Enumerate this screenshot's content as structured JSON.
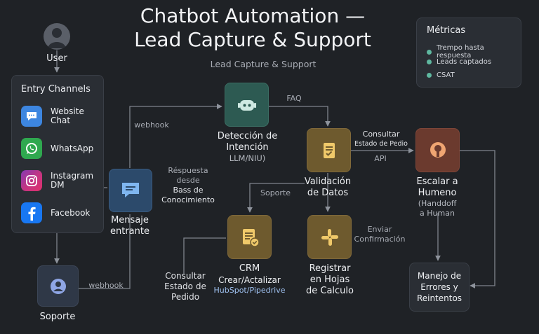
{
  "title_line1": "Chatbot Automation —",
  "title_line2": "Lead Capture & Support",
  "subtitle": "Lead Capture & Support",
  "metrics": {
    "heading": "Métricas",
    "items": [
      "Trempo hasta respuesta",
      "Leads captados",
      "CSAT"
    ],
    "dot_color": "#5fb8a0"
  },
  "user_label": "User",
  "entry_channels": {
    "heading": "Entry Channels",
    "channels": [
      {
        "line1": "Website",
        "line2": "Chat",
        "icon": "chat-bubble-icon",
        "color": "#3d86e0"
      },
      {
        "line1": "WhatsApp",
        "line2": "",
        "icon": "whatsapp-icon",
        "color": "#2fa84f"
      },
      {
        "line1": "Instagram",
        "line2": "DM",
        "icon": "instagram-icon",
        "color": "#c13584"
      },
      {
        "line1": "Facebook",
        "line2": "",
        "icon": "facebook-icon",
        "color": "#1877f2"
      }
    ]
  },
  "mensaje": {
    "line1": "Mensaje",
    "line2": "entrante"
  },
  "soporte_node": "Soporte",
  "deteccion": {
    "line1": "Detección de",
    "line2": "Intención",
    "sub": "LLM/NIU)"
  },
  "validacion": {
    "line1": "Validación",
    "line2": "de Datos"
  },
  "escalar": {
    "line1": "Escalar a",
    "line2": "Humeno",
    "sub1": "(Handdoff",
    "sub2": "a Human"
  },
  "crm": {
    "line1": "CRM",
    "line2": "Crear/Actalizar",
    "sub": "HubSpot/Pipedrive"
  },
  "registrar": {
    "line1": "Registrar",
    "line2": "en Hojas",
    "line3": "de Calculo"
  },
  "manejo": {
    "line1": "Manejo de",
    "line2": "Errores y",
    "line3": "Reintentos"
  },
  "edges": {
    "webhook_top": "webhook",
    "webhook_bottom": "webhook",
    "faq": "FAQ",
    "consultar_top1": "Consultar",
    "consultar_top2": "Estado de Pedio",
    "api": "API",
    "respuesta1": "Réspuesta",
    "respuesta2": "desde",
    "respuesta3": "Bass de",
    "respuesta4": "Conocimiento",
    "soporte_edge": "Soporte",
    "enviar1": "Enviar",
    "enviar2": "Confirmación",
    "consultar_left1": "Consultar",
    "consultar_left2": "Estado de",
    "consultar_left3": "Pedido"
  }
}
